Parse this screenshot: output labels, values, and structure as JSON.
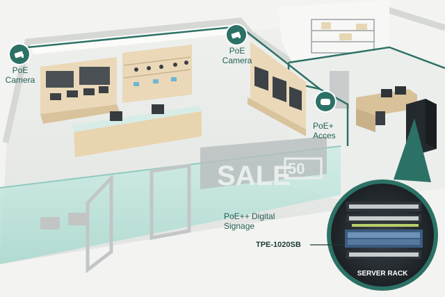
{
  "labels": {
    "camera_left": [
      "PoE",
      "Camera"
    ],
    "camera_center": [
      "PoE",
      "Camera"
    ],
    "access_point": [
      "PoE+",
      "Acces"
    ],
    "signage": [
      "PoE++ Digital",
      "Signage"
    ],
    "switch_model": "TPE-1020SB",
    "server_rack": "SERVER RACK"
  },
  "store": {
    "window_sign_main": "SALE",
    "window_sign_price": "50"
  },
  "colors": {
    "accent": "#2c7165",
    "label_text": "#1f5d52",
    "wall": "#eceeec",
    "floor": "#e7e8e6",
    "wood": "#ead8b8",
    "glass": "#bfe3dc"
  },
  "icons": [
    "camera-icon",
    "camera-icon",
    "access-point-icon"
  ]
}
